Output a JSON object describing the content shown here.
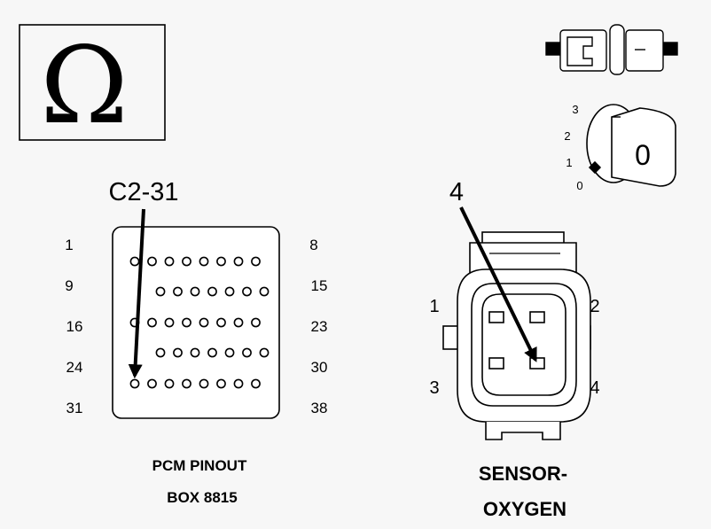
{
  "meter": {
    "symbol": "Ω",
    "icon": "ohm-meter-icon"
  },
  "connector_icon": {
    "icon": "disconnected-connector-icon"
  },
  "ignition": {
    "icon": "ignition-key-icon",
    "positions": [
      "3",
      "2",
      "1",
      "0"
    ],
    "key_label": "0"
  },
  "pcm": {
    "callout": "C2-31",
    "row_start_labels": [
      "1",
      "9",
      "16",
      "24",
      "31"
    ],
    "row_end_labels": [
      "8",
      "15",
      "23",
      "30",
      "38"
    ],
    "pins_per_row": [
      8,
      7,
      8,
      7,
      8
    ],
    "highlighted_pin": 31,
    "caption_line1": "PCM PINOUT",
    "caption_line2": "BOX 8815"
  },
  "sensor": {
    "callout": "4",
    "terminal_labels": [
      "1",
      "2",
      "3",
      "4"
    ],
    "highlighted_terminal": 4,
    "caption_line1": "SENSOR-",
    "caption_line2": "OXYGEN"
  }
}
